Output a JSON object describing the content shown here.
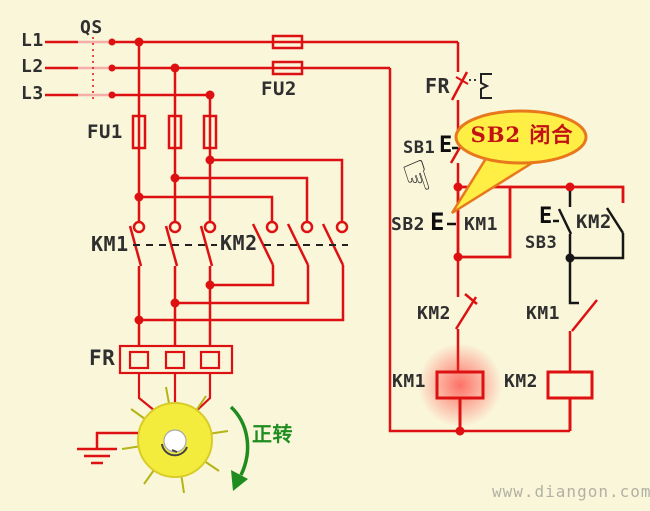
{
  "colors": {
    "background": "#faf6da",
    "wire_energized": "#dd1111",
    "wire_inactive": "#1a1a1a",
    "switch_blade_light": "#f4b0a8",
    "motor_body": "#f4ec3c",
    "callout_fill": "#ffee44",
    "callout_border": "#e8781c",
    "callout_text": "#c11111",
    "rotation_green": "#1e8c1e",
    "coil_glow": "#ff2a2a"
  },
  "labels": {
    "l1": "L1",
    "l2": "L2",
    "l3": "L3",
    "qs": "QS",
    "fu1": "FU1",
    "fu2": "FU2",
    "km1_main": "KM1",
    "km2_main": "KM2",
    "fr_main": "FR",
    "fr_control": "FR",
    "sb1": "SB1",
    "sb1_e": "E",
    "sb2": "SB2",
    "sb2_e": "E",
    "km1_latch": "KM1",
    "sb3": "SB3",
    "sb3_e": "E",
    "km2_aux": "KM2",
    "km2_interlock": "KM2",
    "km1_interlock": "KM1",
    "km1_coil": "KM1",
    "km2_coil": "KM2",
    "forward": "正转"
  },
  "callout": {
    "text": "SB2 闭合"
  },
  "watermark": "www.diangon.com",
  "icons": {
    "hand": "☞"
  }
}
